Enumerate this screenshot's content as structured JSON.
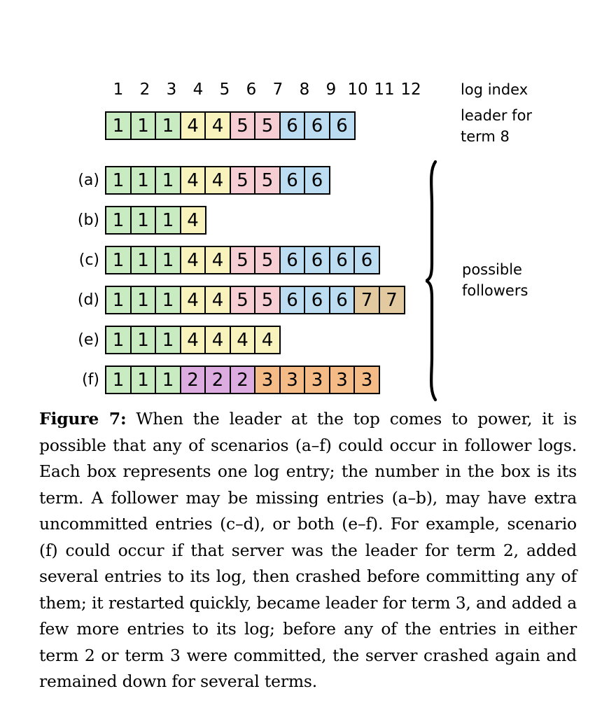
{
  "figure": {
    "log_index_label": "log index",
    "leader_label": "leader for\nterm 8",
    "followers_label": "possible\nfollowers",
    "index_numbers": [
      "1",
      "2",
      "3",
      "4",
      "5",
      "6",
      "7",
      "8",
      "9",
      "10",
      "11",
      "12"
    ],
    "palette": {
      "term1": "#c9ebc1",
      "term2": "#dcabe0",
      "term3": "#f5bb87",
      "term4": "#f8f3bd",
      "term5": "#f6cdd3",
      "term6": "#bbdcf1",
      "term7": "#e3c9a0",
      "border": "#000000",
      "background": "#ffffff"
    },
    "leader_row": {
      "label": "",
      "entries": [
        1,
        1,
        1,
        4,
        4,
        5,
        5,
        6,
        6,
        6
      ]
    },
    "follower_rows": [
      {
        "label": "(a)",
        "entries": [
          1,
          1,
          1,
          4,
          4,
          5,
          5,
          6,
          6
        ]
      },
      {
        "label": "(b)",
        "entries": [
          1,
          1,
          1,
          4
        ]
      },
      {
        "label": "(c)",
        "entries": [
          1,
          1,
          1,
          4,
          4,
          5,
          5,
          6,
          6,
          6,
          6
        ]
      },
      {
        "label": "(d)",
        "entries": [
          1,
          1,
          1,
          4,
          4,
          5,
          5,
          6,
          6,
          6,
          7,
          7
        ]
      },
      {
        "label": "(e)",
        "entries": [
          1,
          1,
          1,
          4,
          4,
          4,
          4
        ]
      },
      {
        "label": "(f)",
        "entries": [
          1,
          1,
          1,
          2,
          2,
          2,
          3,
          3,
          3,
          3,
          3
        ]
      }
    ]
  },
  "caption": {
    "figure_label": "Figure 7:",
    "text": " When the leader at the top comes to power, it is possible that any of scenarios (a–f) could occur in follower logs. Each box represents one log entry; the number in the box is its term. A follower may be missing entries (a–b), may have extra uncommitted entries (c–d), or both (e–f). For example, scenario (f) could occur if that server was the leader for term 2, added several entries to its log, then crashed before committing any of them; it restarted quickly, became leader for term 3, and added a few more entries to its log; before any of the entries in either term 2 or term 3 were committed, the server crashed again and remained down for several terms."
  }
}
